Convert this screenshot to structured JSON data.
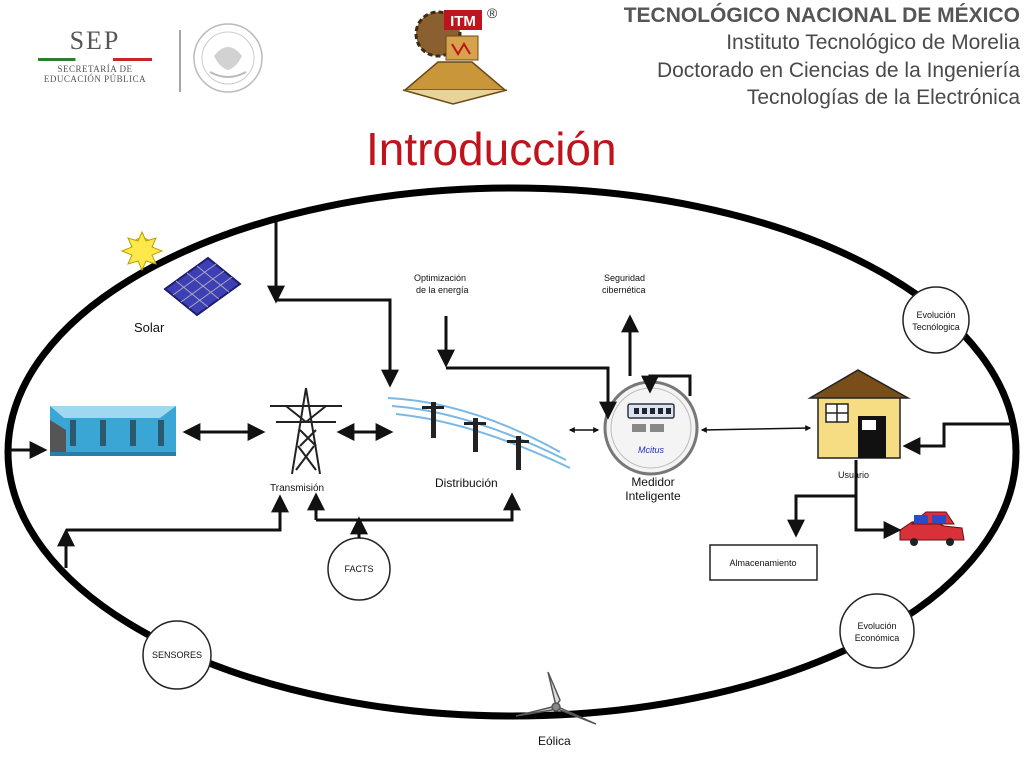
{
  "header": {
    "sep_title": "SEP",
    "sep_line1": "SECRETARÍA DE",
    "sep_line2": "EDUCACIÓN PÚBLICA",
    "itm_logo": "ITM",
    "registered": "®",
    "institution": "TECNOLÓGICO NACIONAL DE MÉXICO",
    "subtitle1": "Instituto Tecnológico de Morelia",
    "subtitle2": "Doctorado en Ciencias de la Ingeniería",
    "subtitle3": "Tecnologías de la Electrónica"
  },
  "slide": {
    "title": "Introducción"
  },
  "diagram": {
    "solar": "Solar",
    "transmision": "Transmisión",
    "distribucion": "Distribución",
    "optimizacion_1": "Optimización",
    "optimizacion_2": "de la energía",
    "seguridad_1": "Seguridad",
    "seguridad_2": "cibernética",
    "medidor_1": "Medidor",
    "medidor_2": "Inteligente",
    "meter_brand": "Mcitus",
    "usuario": "Usuario",
    "evolucion_tec_1": "Evolución",
    "evolucion_tec_2": "Tecnólogica",
    "almacenamiento": "Almacenamiento",
    "evolucion_eco_1": "Evolución",
    "evolucion_eco_2": "Económica",
    "facts": "FACTS",
    "sensores": "SENSORES",
    "eolica": "Eólica"
  },
  "colors": {
    "title": "#c0141c",
    "house": "#f6dd83",
    "roof": "#7a4e1a",
    "car": "#d9313a",
    "panel": "#3d3fb5",
    "water": "#3aa6d6",
    "sun": "#ffe94a"
  }
}
